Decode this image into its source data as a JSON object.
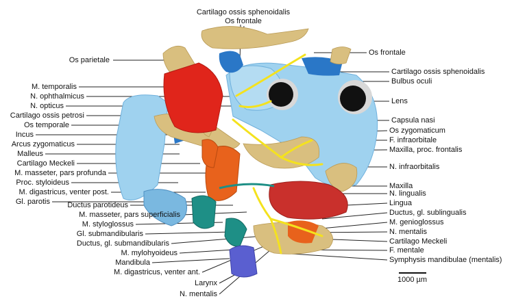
{
  "labels_top": [
    {
      "id": "cart-sphen-top",
      "text": "Cartilago ossis sphenoidalis"
    },
    {
      "id": "os-frontale-top",
      "text": "Os frontale"
    }
  ],
  "labels_left": [
    {
      "id": "os-parietale",
      "text": "Os parietale"
    },
    {
      "id": "m-temporalis",
      "text": "M. temporalis"
    },
    {
      "id": "n-ophthalmicus",
      "text": "N. ophthalmicus"
    },
    {
      "id": "n-opticus",
      "text": "N. opticus"
    },
    {
      "id": "cart-petrosi",
      "text": "Cartilago ossis petrosi"
    },
    {
      "id": "os-temporale",
      "text": "Os temporale"
    },
    {
      "id": "incus",
      "text": "Incus"
    },
    {
      "id": "arcus-zygomaticus",
      "text": "Arcus zygomaticus"
    },
    {
      "id": "malleus",
      "text": "Malleus"
    },
    {
      "id": "cart-meckeli-left",
      "text": "Cartilago Meckeli"
    },
    {
      "id": "m-masseter-profunda",
      "text": "M. masseter, pars profunda"
    },
    {
      "id": "proc-styloideus",
      "text": "Proc. styloideus"
    },
    {
      "id": "m-digastricus-post",
      "text": "M. digastricus, venter post."
    },
    {
      "id": "gl-parotis",
      "text": "Gl. parotis"
    }
  ],
  "labels_center": [
    {
      "id": "ductus-parotideus",
      "text": "Ductus parotideus"
    },
    {
      "id": "m-masseter-superficialis",
      "text": "M. masseter, pars superficialis"
    },
    {
      "id": "m-styloglossus",
      "text": "M. styloglossus"
    },
    {
      "id": "gl-submandibularis",
      "text": "Gl. submandibularis"
    },
    {
      "id": "ductus-gl-submandibularis",
      "text": "Ductus, gl. submandibularis"
    },
    {
      "id": "m-mylohyoideus",
      "text": "M. mylohyoideus"
    },
    {
      "id": "mandibula",
      "text": "Mandibula"
    },
    {
      "id": "m-digastricus-ant",
      "text": "M. digastricus, venter ant."
    },
    {
      "id": "larynx",
      "text": "Larynx"
    },
    {
      "id": "n-mentalis-bottom",
      "text": "N. mentalis"
    }
  ],
  "labels_right": [
    {
      "id": "os-frontale-right",
      "text": "Os frontale"
    },
    {
      "id": "cart-sphen-right",
      "text": "Cartilago ossis sphenoidalis"
    },
    {
      "id": "bulbus-oculi",
      "text": "Bulbus oculi"
    },
    {
      "id": "lens",
      "text": "Lens"
    },
    {
      "id": "capsula-nasi",
      "text": "Capsula nasi"
    },
    {
      "id": "os-zygomaticum",
      "text": "Os zygomaticum"
    },
    {
      "id": "f-infraorbitale",
      "text": "F. infraorbitale"
    },
    {
      "id": "maxilla-proc-frontalis",
      "text": "Maxilla, proc. frontalis"
    },
    {
      "id": "n-infraorbitalis",
      "text": "N. infraorbitalis"
    },
    {
      "id": "maxilla",
      "text": "Maxilla"
    },
    {
      "id": "n-lingualis",
      "text": "N. lingualis"
    },
    {
      "id": "lingua",
      "text": "Lingua"
    },
    {
      "id": "ductus-gl-sublingualis",
      "text": "Ductus, gl. sublingualis"
    },
    {
      "id": "m-genioglossus",
      "text": "M. genioglossus"
    },
    {
      "id": "n-mentalis-right",
      "text": "N. mentalis"
    },
    {
      "id": "cart-meckeli-right",
      "text": "Cartilago Meckeli"
    },
    {
      "id": "f-mentale",
      "text": "F. mentale"
    },
    {
      "id": "symphysis",
      "text": "Symphysis mandibulae (mentalis)"
    }
  ],
  "scale_bar": {
    "text": "1000 µm"
  },
  "colors": {
    "bone": "#d9bf7f",
    "cartilage": "#9fd2ef",
    "cartilage_dark": "#6fb0dc",
    "sphenoid": "#2a77c7",
    "muscle_red": "#e0251b",
    "muscle_orange": "#e8621c",
    "gland_teal": "#1e8f86",
    "nerve": "#f4e21e",
    "tongue": "#c9302c",
    "larynx": "#5a5fd0",
    "eye_lens": "#111111",
    "eye_bulb": "#d8d8d8"
  }
}
